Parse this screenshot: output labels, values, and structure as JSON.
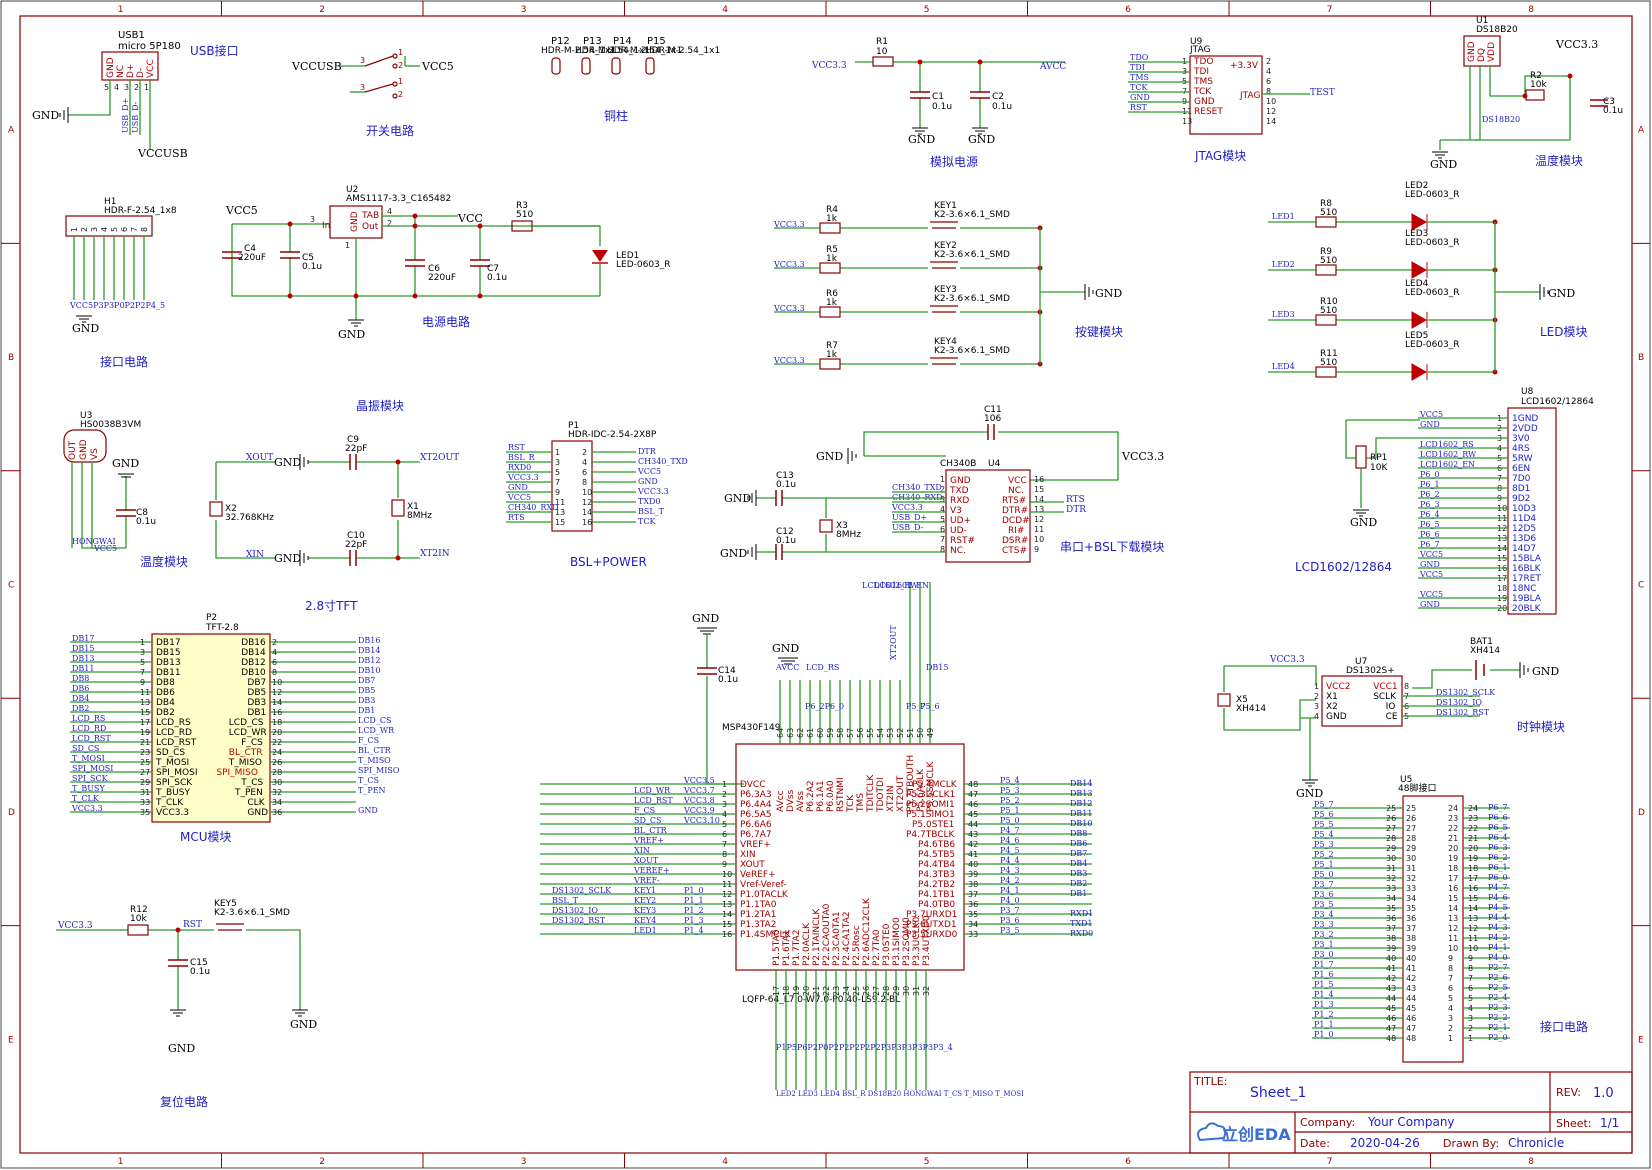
{
  "border": {
    "columns": [
      "1",
      "2",
      "3",
      "4",
      "5",
      "6",
      "7",
      "8"
    ],
    "rows": [
      "A",
      "B",
      "C",
      "D",
      "E"
    ]
  },
  "titleblock": {
    "title_label": "TITLE:",
    "title": "Sheet_1",
    "rev_label": "REV:",
    "rev": "1.0",
    "company_label": "Company:",
    "company": "Your Company",
    "sheet_label": "Sheet:",
    "sheet": "1/1",
    "date_label": "Date:",
    "date": "2020-04-26",
    "drawnby_label": "Drawn By:",
    "drawnby": "Chronicle",
    "logo": "立创EDA"
  },
  "blocks": {
    "usb": "USB接口",
    "switch": "开关电路",
    "copper": "铜柱",
    "analog": "模拟电源",
    "jtag": "JTAG模块",
    "temp1": "温度模块",
    "interface1": "接口电路",
    "power": "电源电路",
    "key": "按键模块",
    "led": "LED模块",
    "crystal": "晶振模块",
    "temp2": "温度模块",
    "tft": "2.8寸TFT",
    "bsl": "BSL+POWER",
    "serial": "串口+BSL下载模块",
    "lcd": "LCD1602/12864",
    "mcu": "MCU模块",
    "clock": "时钟模块",
    "reset": "复位电路",
    "interface2": "接口电路"
  },
  "nets": {
    "gnd": "GND",
    "vccusb": "VCCUSB",
    "vcc5": "VCC5",
    "vcc33": "VCC3.3",
    "avcc": "AVCC",
    "vcc": "VCC",
    "test": "TEST",
    "xout": "XOUT",
    "xin": "XIN",
    "xt2out": "XT2OUT",
    "xt2in": "XT2IN",
    "rst": "RST"
  },
  "parts": {
    "usb1": {
      "ref": "USB1",
      "value": "micro 5P180",
      "pins": [
        "GND",
        "NC",
        "D+",
        "D-",
        "VCC"
      ],
      "nums": [
        "5",
        "4",
        "3",
        "2",
        "1"
      ],
      "nets": [
        "USB_D+",
        "USB_D-"
      ]
    },
    "sw": {
      "pins": [
        "3",
        "1",
        "2"
      ]
    },
    "posts": [
      {
        "ref": "P12",
        "value": "HDR-M-2.54_1x1"
      },
      {
        "ref": "P13",
        "value": "HDR-M-2.54_1x1"
      },
      {
        "ref": "P14",
        "value": "HDR-M-2.54_1x1"
      },
      {
        "ref": "P15",
        "value": "HDR-M-2.54_1x1"
      }
    ],
    "r1": {
      "ref": "R1",
      "value": "10"
    },
    "c1": {
      "ref": "C1",
      "value": "0.1u"
    },
    "c2": {
      "ref": "C2",
      "value": "0.1u"
    },
    "u9": {
      "ref": "U9",
      "value": "JTAG",
      "left": [
        "TDO",
        "TDI",
        "TMS",
        "TCK",
        "GND",
        "RESET"
      ],
      "left_nums": [
        "1",
        "3",
        "5",
        "7",
        "9",
        "11",
        "13"
      ],
      "right": [
        "+3.3V",
        "JTAG"
      ],
      "right_nums": [
        "2",
        "4",
        "6",
        "8",
        "10",
        "12",
        "14"
      ],
      "nets": [
        "TDO",
        "TDI",
        "TMS",
        "TCK",
        "GND",
        "RST"
      ]
    },
    "u1": {
      "ref": "U1",
      "value": "DS18B20",
      "pins": [
        "GND",
        "DQ",
        "VDD"
      ],
      "label": "DS18B20"
    },
    "r2": {
      "ref": "R2",
      "value": "10k"
    },
    "c3": {
      "ref": "C3",
      "value": "0.1u"
    },
    "h1": {
      "ref": "H1",
      "value": "HDR-F-2.54_1x8",
      "nums": [
        "1",
        "2",
        "3",
        "4",
        "5",
        "6",
        "7",
        "8"
      ],
      "nets": "VCC5P3P3P0P2P2P4_5"
    },
    "u2": {
      "ref": "U2",
      "value": "AMS1117-3.3_C165482",
      "pins": [
        "In",
        "GND",
        "TAB",
        "Out"
      ],
      "nums": [
        "3",
        "1",
        "4",
        "2"
      ]
    },
    "c4": {
      "ref": "C4",
      "value": "220uF"
    },
    "c5": {
      "ref": "C5",
      "value": "0.1u"
    },
    "c6": {
      "ref": "C6",
      "value": "220uF"
    },
    "c7": {
      "ref": "C7",
      "value": "0.1u"
    },
    "r3": {
      "ref": "R3",
      "value": "510"
    },
    "led1": {
      "ref": "LED1",
      "value": "LED-0603_R"
    },
    "keys": [
      {
        "r": "R4",
        "rv": "1k",
        "k": "KEY1",
        "kv": "K2-3.6×6.1_SMD"
      },
      {
        "r": "R5",
        "rv": "1k",
        "k": "KEY2",
        "kv": "K2-3.6×6.1_SMD"
      },
      {
        "r": "R6",
        "rv": "1k",
        "k": "KEY3",
        "kv": "K2-3.6×6.1_SMD"
      },
      {
        "r": "R7",
        "rv": "1k",
        "k": "KEY4",
        "kv": "K2-3.6×6.1_SMD"
      }
    ],
    "leds": [
      {
        "net": "LED1",
        "r": "R8",
        "rv": "510",
        "d": "LED2",
        "dv": "LED-0603_R"
      },
      {
        "net": "LED2",
        "r": "R9",
        "rv": "510",
        "d": "LED3",
        "dv": "LED-0603_R"
      },
      {
        "net": "LED3",
        "r": "R10",
        "rv": "510",
        "d": "LED4",
        "dv": "LED-0603_R"
      },
      {
        "net": "LED4",
        "r": "R11",
        "rv": "510",
        "d": "LED5",
        "dv": "LED-0603_R"
      }
    ],
    "u3": {
      "ref": "U3",
      "value": "HS0038B3VM",
      "pins": [
        "OUT",
        "GND",
        "VS"
      ],
      "nums": [
        "1",
        "2",
        "3"
      ],
      "net_a": "HONGWAI",
      "net_b": "VCC5"
    },
    "c8": {
      "ref": "C8",
      "value": "0.1u"
    },
    "x2": {
      "ref": "X2",
      "value": "32.768KHz"
    },
    "x1": {
      "ref": "X1",
      "value": "8MHz"
    },
    "c9": {
      "ref": "C9",
      "value": "22pF"
    },
    "c10": {
      "ref": "C10",
      "value": "22pF"
    },
    "p1": {
      "ref": "P1",
      "value": "HDR-IDC-2.54-2X8P",
      "left": [
        "RST",
        "BSL_R",
        "RXD0",
        "VCC3.3",
        "GND",
        "VCC5",
        "CH340_RXD",
        "RTS"
      ],
      "right": [
        "DTR",
        "CH340_TXD",
        "VCC5",
        "GND",
        "VCC3.3",
        "TXD0",
        "BSL_T",
        "TCK"
      ],
      "lnums": [
        "1",
        "3",
        "5",
        "7",
        "9",
        "11",
        "13",
        "15"
      ],
      "rnums": [
        "2",
        "4",
        "6",
        "8",
        "10",
        "12",
        "14",
        "16"
      ]
    },
    "c11": {
      "ref": "C11",
      "value": "106"
    },
    "c13": {
      "ref": "C13",
      "value": "0.1u"
    },
    "c12": {
      "ref": "C12",
      "value": "0.1u"
    },
    "x3": {
      "ref": "X3",
      "value": "8MHz"
    },
    "u4": {
      "ref": "U4",
      "value": "CH340B",
      "left": [
        "GND",
        "TXD",
        "RXD",
        "V3",
        "UD+",
        "UD-",
        "RST#",
        "NC."
      ],
      "lnums": [
        "1",
        "2",
        "3",
        "4",
        "5",
        "6",
        "7",
        "8"
      ],
      "right": [
        "VCC",
        "NC.",
        "RTS#",
        "DTR#",
        "DCD#",
        "RI#",
        "DSR#",
        "CTS#"
      ],
      "rnums": [
        "16",
        "15",
        "14",
        "13",
        "12",
        "11",
        "10",
        "9"
      ],
      "lnets": [
        "CH340_TXD",
        "CH340_RXD",
        "VCC3.3",
        "USB_D+",
        "USB_D-"
      ],
      "rnets": [
        "RTS",
        "DTR"
      ]
    },
    "u8": {
      "ref": "U8",
      "value": "LCD1602/12864",
      "pins": [
        "1GND",
        "2VDD",
        "3V0",
        "4RS",
        "5RW",
        "6EN",
        "7D0",
        "8D1",
        "9D2",
        "10D3",
        "11D4",
        "12D5",
        "13D6",
        "14D7",
        "15BLA",
        "16BLK",
        "17RET",
        "18NC",
        "19BLA",
        "20BLK"
      ],
      "nums": [
        "1",
        "2",
        "3",
        "4",
        "5",
        "6",
        "7",
        "8",
        "9",
        "10",
        "11",
        "12",
        "13",
        "14",
        "15",
        "16",
        "17",
        "18",
        "19",
        "20"
      ],
      "nets": [
        "VCC5",
        "GND",
        "",
        "LCD1602_RS",
        "LCD1602_RW",
        "LCD1602_EN",
        "P6_0",
        "P6_1",
        "P6_2",
        "P6_3",
        "P6_4",
        "P6_5",
        "P6_6",
        "P6_7",
        "VCC5",
        "GND",
        "VCC5",
        "",
        "VCC5",
        "GND"
      ]
    },
    "rp1": {
      "ref": "RP1",
      "value": "10K"
    },
    "p2": {
      "ref": "P2",
      "value": "TFT-2.8",
      "left": [
        "DB17",
        "DB15",
        "DB13",
        "DB11",
        "DB8",
        "DB6",
        "DB4",
        "DB2",
        "LCD_RS",
        "LCD_RD",
        "LCD_RST",
        "SD_CS",
        "T_MOSI",
        "SPI_MOSI",
        "SPI_SCK",
        "T_BUSY",
        "T_CLK",
        "VCC3.3"
      ],
      "lnums": [
        "1",
        "3",
        "5",
        "7",
        "9",
        "11",
        "13",
        "15",
        "17",
        "19",
        "21",
        "23",
        "25",
        "27",
        "29",
        "31",
        "33",
        "35"
      ],
      "right": [
        "DB16",
        "DB14",
        "DB12",
        "DB10",
        "DB7",
        "DB5",
        "DB3",
        "DB1",
        "LCD_CS",
        "LCD_WR",
        "F_CS",
        "BL_CTR",
        "T_MISO",
        "SPI_MISO",
        "T_CS",
        "T_PEN",
        "CLK",
        "GND"
      ],
      "rnums": [
        "2",
        "4",
        "6",
        "8",
        "10",
        "12",
        "14",
        "16",
        "18",
        "20",
        "22",
        "24",
        "26",
        "28",
        "30",
        "32",
        "34",
        "36"
      ],
      "rnets": [
        "DB16",
        "DB14",
        "DB12",
        "DB10",
        "DB7",
        "DB5",
        "DB3",
        "DB1",
        "LCD_CS",
        "LCD_WR",
        "F_CS",
        "BL_CTR",
        "T_MISO",
        "SPI_MISO",
        "T_CS",
        "T_PEN",
        "",
        "GND"
      ]
    },
    "c14": {
      "ref": "C14",
      "value": "0.1u"
    },
    "mcu": {
      "ref": "MSP430F149",
      "package": "LQFP-64_L7.0-W7.0-P0.40-LS9.2-BL",
      "left": [
        "DVCC",
        "P6.3A3",
        "P6.4A4",
        "P6.5A5",
        "P6.6A6",
        "P6.7A7",
        "VREF+",
        "XIN",
        "XOUT",
        "VeREF+",
        "Vref-Veref-",
        "P1.0TACLK",
        "P1.1TA0",
        "P1.2TA1",
        "P1.3TA2",
        "P1.4SMCLK"
      ],
      "lnums": [
        "1",
        "2",
        "3",
        "4",
        "5",
        "6",
        "7",
        "8",
        "9",
        "10",
        "11",
        "12",
        "13",
        "14",
        "15",
        "16"
      ],
      "lnets": [
        "",
        "LCD_WR",
        "LCD_RST",
        "F_CS",
        "SD_CS",
        "BL_CTR",
        "VREF+",
        "XIN",
        "XOUT",
        "VEREF+",
        "VREF-",
        "KEY1",
        "KEY2",
        "KEY3",
        "KEY4",
        "LED1"
      ],
      "lnets2": [
        "VCC3.5",
        "VCC3.7",
        "VCC3.8",
        "VCC3.9",
        "VCC3.10",
        "",
        "",
        "",
        "",
        "",
        "",
        "P1_0",
        "P1_1",
        "P1_2",
        "P1_3",
        "P1_4"
      ],
      "lext": [
        "",
        "",
        "",
        "",
        "",
        "",
        "",
        "",
        "",
        "",
        "",
        "DS1302_SCLK",
        "BSL_T",
        "DS1302_IO",
        "DS1302_RST",
        ""
      ],
      "right": [
        "P5.4MCLK",
        "P5.3UCLK1",
        "P5.2SOMI1",
        "P5.1SIMO1",
        "P5.0STE1",
        "P4.7TBCLK",
        "P4.6TB6",
        "P4.5TB5",
        "P4.4TB4",
        "P4.3TB3",
        "P4.2TB2",
        "P4.1TB1",
        "P4.0TB0",
        "P3.7URXD1",
        "P3.6UTXD1",
        "P3.5URXD0"
      ],
      "rnums": [
        "48",
        "47",
        "46",
        "45",
        "44",
        "43",
        "42",
        "41",
        "40",
        "39",
        "38",
        "37",
        "36",
        "35",
        "34",
        "33"
      ],
      "rnets": [
        "P5_4",
        "P5_3",
        "P5_2",
        "P5_1",
        "P5_0",
        "P4_7",
        "P4_6",
        "P4_5",
        "P4_4",
        "P4_3",
        "P4_2",
        "P4_1",
        "P4_0",
        "P3_7",
        "P3_6",
        "P3_5"
      ],
      "rext": [
        "DB14",
        "DB13",
        "DB12",
        "DB11",
        "DB10",
        "DB8",
        "DB6",
        "DB7",
        "DB4",
        "DB3",
        "DB2",
        "DB1",
        "",
        "RXD1",
        "TXD1",
        "RXD0"
      ],
      "top": [
        "AVcc",
        "DVss",
        "AVss",
        "P6.2A2",
        "P6.1A1",
        "P6.0A0",
        "RSTNMI",
        "TCK",
        "TMS",
        "TDITCLK",
        "TDOTDI",
        "XT2IN",
        "XT2OUT",
        "P5.7TBOUTH",
        "P5.6ACLK",
        "P5.5SMCLK"
      ],
      "tnums": [
        "64",
        "63",
        "62",
        "61",
        "60",
        "59",
        "58",
        "57",
        "56",
        "55",
        "54",
        "53",
        "52",
        "51",
        "50",
        "49"
      ],
      "bottom": [
        "P1.5TA0",
        "P1.6TA1",
        "P1.7TA2",
        "P2.0ACLK",
        "P2.1TAINCLK",
        "P2.2CAOUTA0",
        "P2.3CA0TA1",
        "P2.4CA1TA2",
        "P2.5Rosc",
        "P2.6ADC12CLK",
        "P2.7TA0",
        "P3.0STE0",
        "P3.1SIMO0",
        "P3.2SOMI0",
        "P3.3UCLK0",
        "P3.4UTXD0"
      ],
      "bnums": [
        "17",
        "18",
        "19",
        "20",
        "21",
        "22",
        "23",
        "24",
        "25",
        "26",
        "27",
        "28",
        "29",
        "30",
        "31",
        "32"
      ],
      "top_net_a": "LCD_RST",
      "top_net_b": "LCD1602_RW",
      "top_net_c": "LCD1602_EN",
      "top_label_xt2": "XT2OUT",
      "top_mid": "AVCC",
      "top_mid2": "LCD_RS",
      "top_mid3": "P6_2P6_0",
      "top_mid4": "P5_7",
      "top_mid5": "P5_6",
      "top_mid6": "DB15",
      "bottom_net": "P1P5P6P2P0P2P2P2P2P2P3P3P3P3P3P3_4",
      "bottom_net2": "LED2 LED3 LED4 BSL_R DS18B20 HONGWAI T_CS T_MISO T_MOSI"
    },
    "u7": {
      "ref": "U7",
      "value": "DS1302S+",
      "left": [
        "VCC2",
        "X1",
        "X2",
        "GND"
      ],
      "lnums": [
        "1",
        "2",
        "3",
        "4"
      ],
      "right": [
        "VCC1",
        "SCLK",
        "IO",
        "CE"
      ],
      "rnums": [
        "8",
        "7",
        "6",
        "5"
      ],
      "rnets": [
        "DS1302_SCLK",
        "DS1302_IO",
        "DS1302_RST"
      ]
    },
    "x5": {
      "ref": "X5",
      "value": "XH414"
    },
    "bat1": {
      "ref": "BAT1",
      "value": "XH414"
    },
    "r12": {
      "ref": "R12",
      "value": "10k"
    },
    "key5": {
      "ref": "KEY5",
      "value": "K2-3.6×6.1_SMD"
    },
    "c15": {
      "ref": "C15",
      "value": "0.1u"
    },
    "u5": {
      "ref": "U5",
      "value": "48脚接口",
      "left": [
        "P5_7",
        "P5_6",
        "P5_5",
        "P5_4",
        "P5_3",
        "P5_2",
        "P5_1",
        "P5_0",
        "P3_7",
        "P3_6",
        "P3_5",
        "P3_4",
        "P3_3",
        "P3_2",
        "P3_1",
        "P3_0",
        "P1_7",
        "P1_6",
        "P1_5",
        "P1_4",
        "P1_3",
        "P1_2",
        "P1_1",
        "P1_0"
      ],
      "lnums": [
        "25",
        "26",
        "27",
        "28",
        "29",
        "30",
        "31",
        "32",
        "33",
        "34",
        "35",
        "36",
        "37",
        "38",
        "39",
        "40",
        "41",
        "42",
        "43",
        "44",
        "45",
        "46",
        "47",
        "48"
      ],
      "right": [
        "P6_7",
        "P6_6",
        "P6_5",
        "P6_4",
        "P6_3",
        "P6_2",
        "P6_1",
        "P6_0",
        "P4_7",
        "P4_6",
        "P4_5",
        "P4_4",
        "P4_3",
        "P4_2",
        "P4_1",
        "P4_0",
        "P2_7",
        "P2_6",
        "P2_5",
        "P2_4",
        "P2_3",
        "P2_2",
        "P2_1",
        "P2_0"
      ],
      "rnums": [
        "24",
        "23",
        "22",
        "21",
        "20",
        "19",
        "18",
        "17",
        "16",
        "15",
        "14",
        "13",
        "12",
        "11",
        "10",
        "9",
        "8",
        "7",
        "6",
        "5",
        "4",
        "3",
        "2",
        "1"
      ]
    }
  }
}
